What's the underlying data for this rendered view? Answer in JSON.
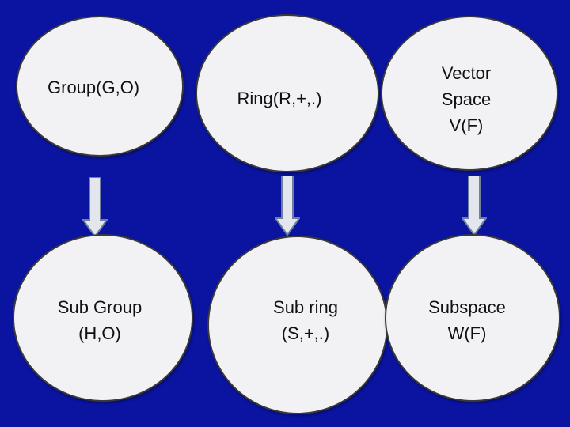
{
  "diagram": {
    "top_row": [
      {
        "lines": [
          "Group(G,O)"
        ]
      },
      {
        "lines": [
          "Ring(R,+,.)"
        ]
      },
      {
        "lines": [
          "Vector",
          "Space",
          "V(F)"
        ]
      }
    ],
    "bottom_row": [
      {
        "lines": [
          "Sub Group",
          "(H,O)"
        ]
      },
      {
        "lines": [
          "Sub ring",
          "(S,+,.)"
        ]
      },
      {
        "lines": [
          "Subspace",
          "W(F)"
        ]
      }
    ]
  },
  "colors": {
    "background": "#0a14a0",
    "node_fill": "#f2f2f5",
    "node_border": "#3a3a3a",
    "arrow_fill": "#e4e6ee",
    "arrow_stroke": "#6f7fa0"
  }
}
